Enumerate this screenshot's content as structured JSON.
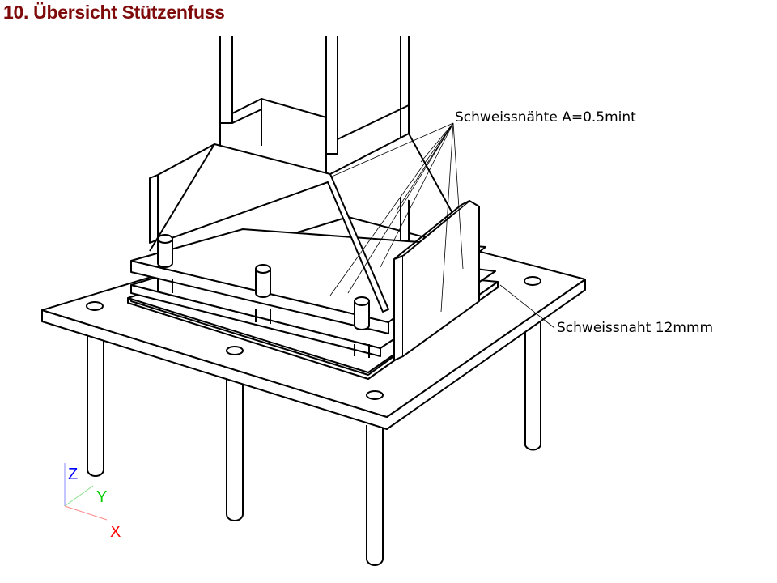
{
  "title": "10. Übersicht Stützenfuss",
  "annotations": {
    "welds_label": "Schweissnähte A=0.5mint",
    "weld_label": "Schweissnaht 12mmm"
  },
  "axes": {
    "z": "Z",
    "y": "Y",
    "x": "X",
    "z_color": "#0000ff",
    "y_color": "#00cc00",
    "x_color": "#ff0000"
  }
}
